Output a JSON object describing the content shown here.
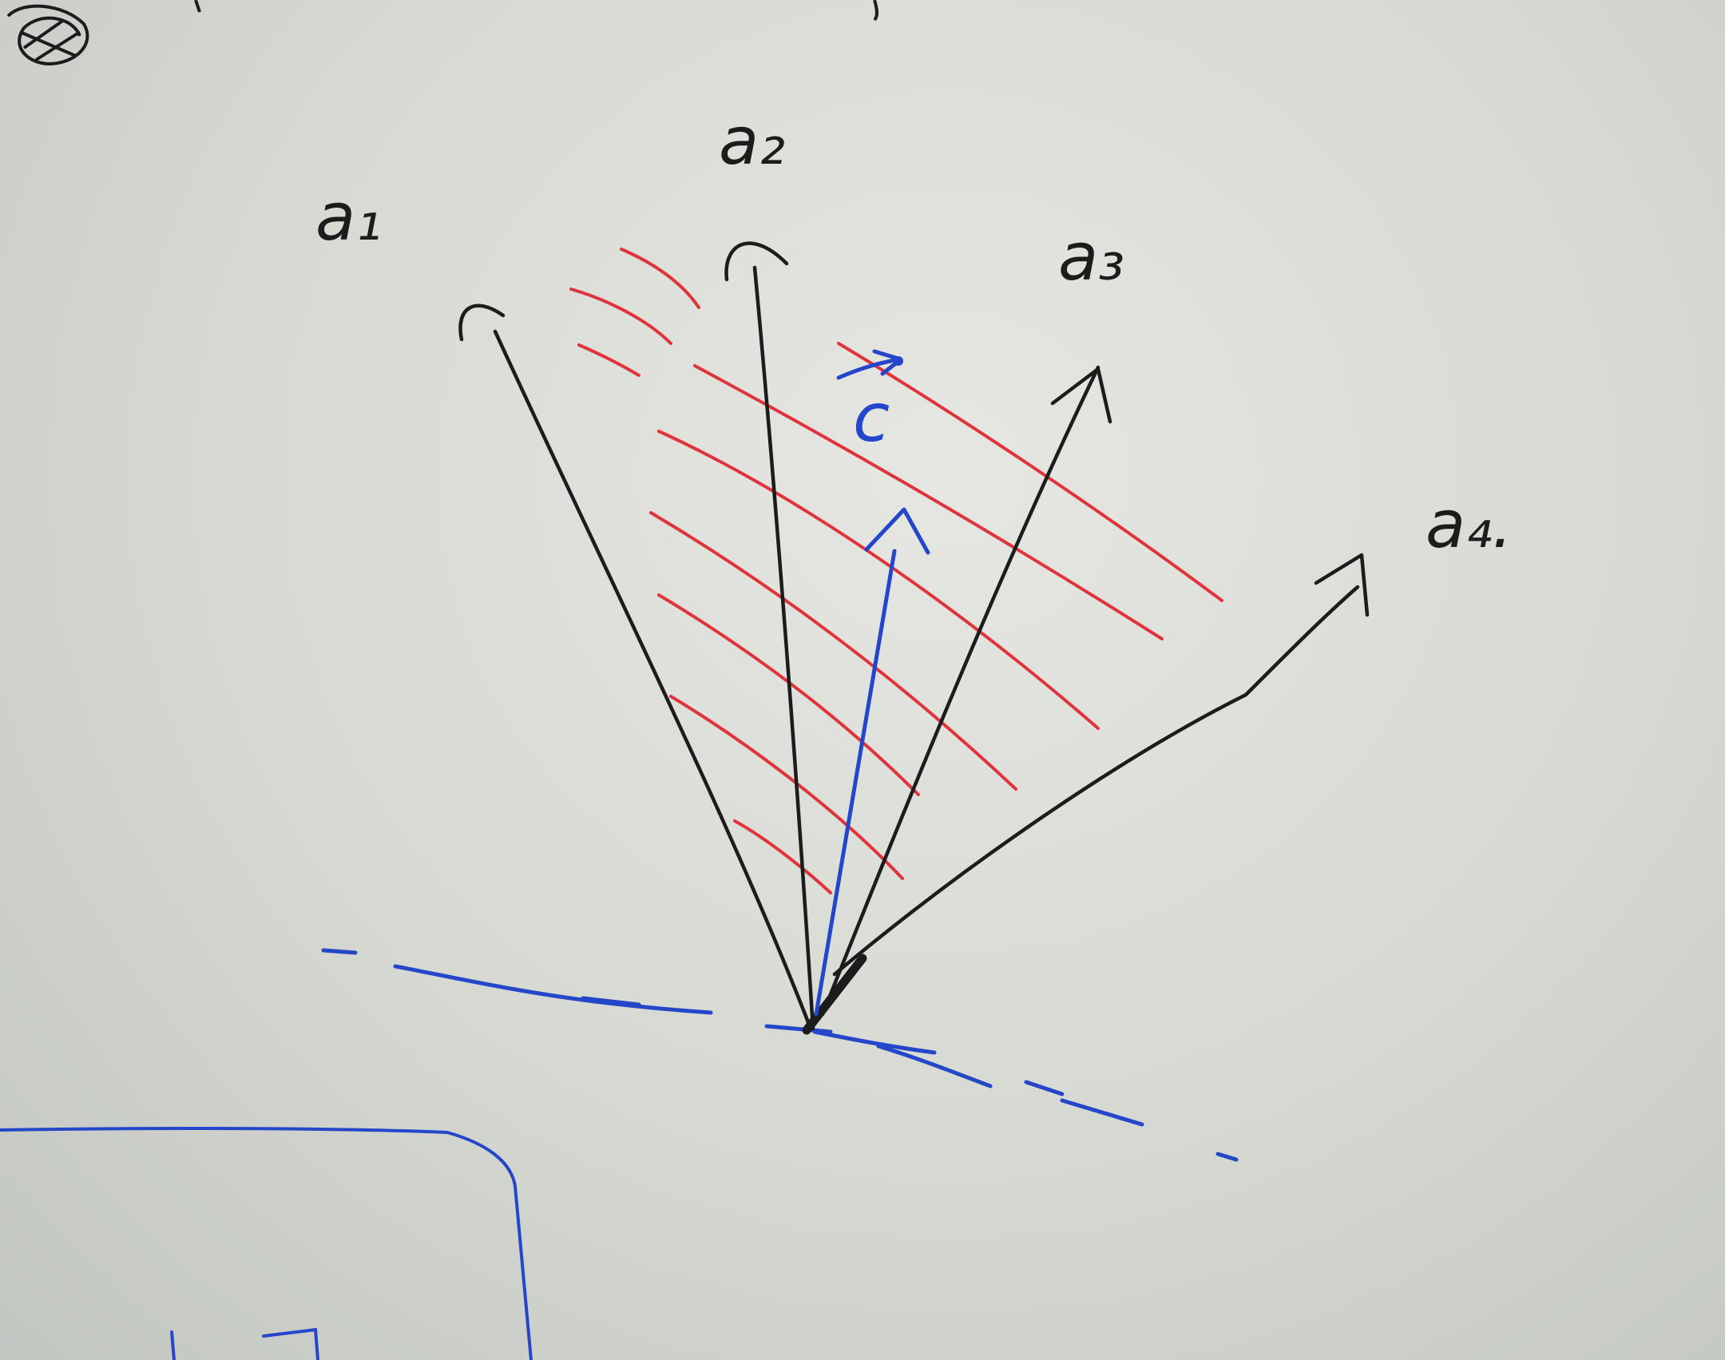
{
  "labels": {
    "a1": "a₁",
    "a2": "a₂",
    "a3": "a₃",
    "a4": "a₄.",
    "c": "c"
  },
  "colors": {
    "paper": "#dfe0db",
    "ink_black": "#1c1c1c",
    "ink_blue": "#2446c9",
    "ink_red": "#e0343c"
  }
}
